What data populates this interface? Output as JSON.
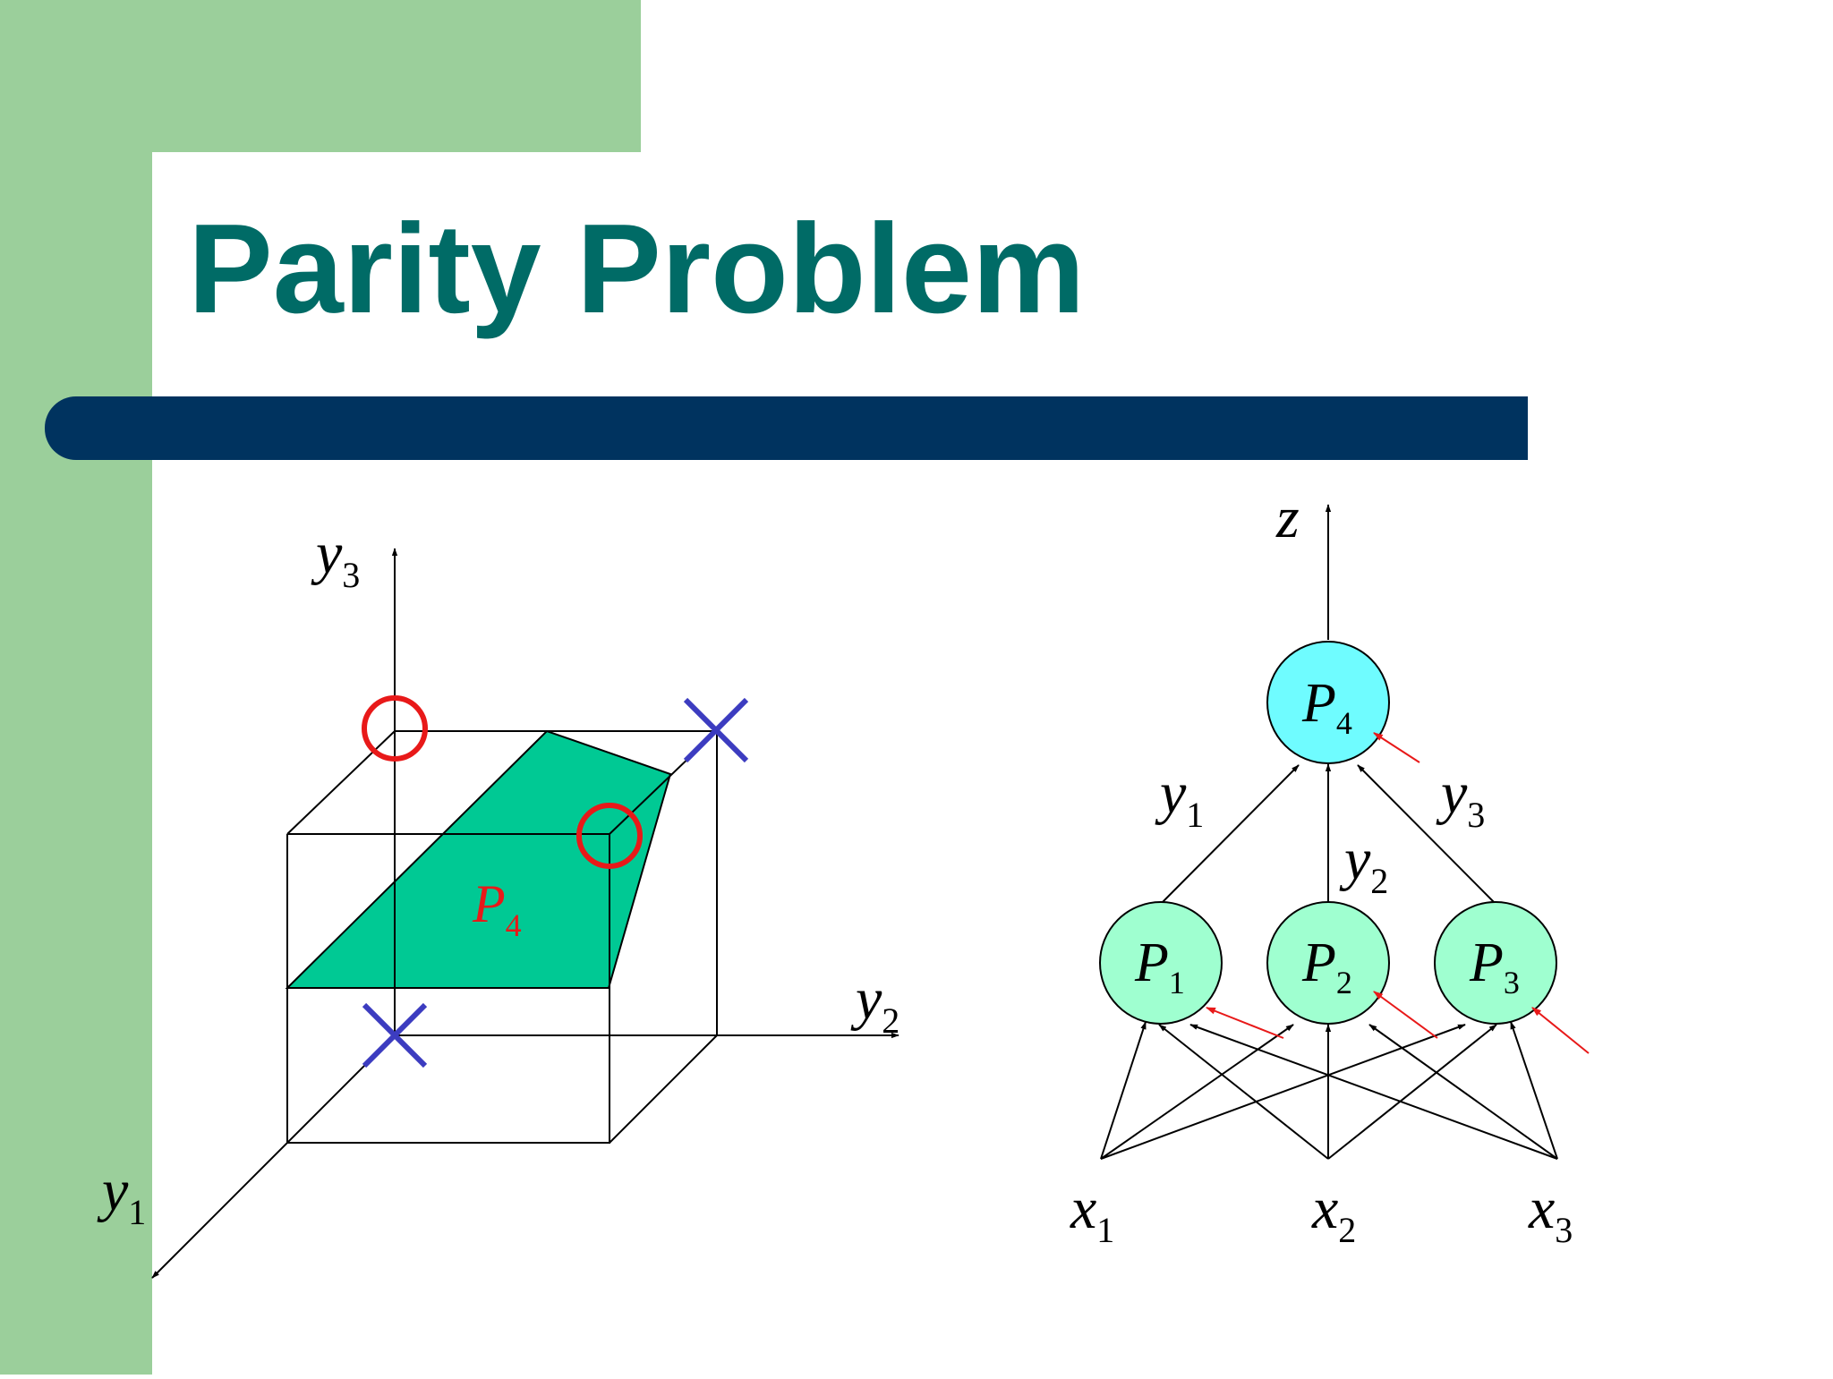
{
  "slide": {
    "title": "Parity Problem",
    "colors": {
      "sidebar": "#9bcf9b",
      "title": "#006b66",
      "rule": "#00335f",
      "plane": "#00c994",
      "circle": "#e81919",
      "cross": "#3c3cc0",
      "neuron_hidden": "#9fffd0",
      "neuron_output": "#6ffcff",
      "indicator_arrow": "#e81919"
    }
  },
  "cube_plot": {
    "axes": [
      {
        "letter": "y",
        "sub": "3"
      },
      {
        "letter": "y",
        "sub": "2"
      },
      {
        "letter": "y",
        "sub": "1"
      }
    ],
    "plane_label": {
      "letter": "P",
      "sub": "4"
    }
  },
  "network": {
    "output": {
      "letter": "z"
    },
    "output_neuron": {
      "letter": "P",
      "sub": "4"
    },
    "hidden_neurons": [
      {
        "letter": "P",
        "sub": "1"
      },
      {
        "letter": "P",
        "sub": "2"
      },
      {
        "letter": "P",
        "sub": "3"
      }
    ],
    "edge_labels": [
      {
        "letter": "y",
        "sub": "1"
      },
      {
        "letter": "y",
        "sub": "2"
      },
      {
        "letter": "y",
        "sub": "3"
      }
    ],
    "inputs": [
      {
        "letter": "x",
        "sub": "1"
      },
      {
        "letter": "x",
        "sub": "2"
      },
      {
        "letter": "x",
        "sub": "3"
      }
    ]
  }
}
